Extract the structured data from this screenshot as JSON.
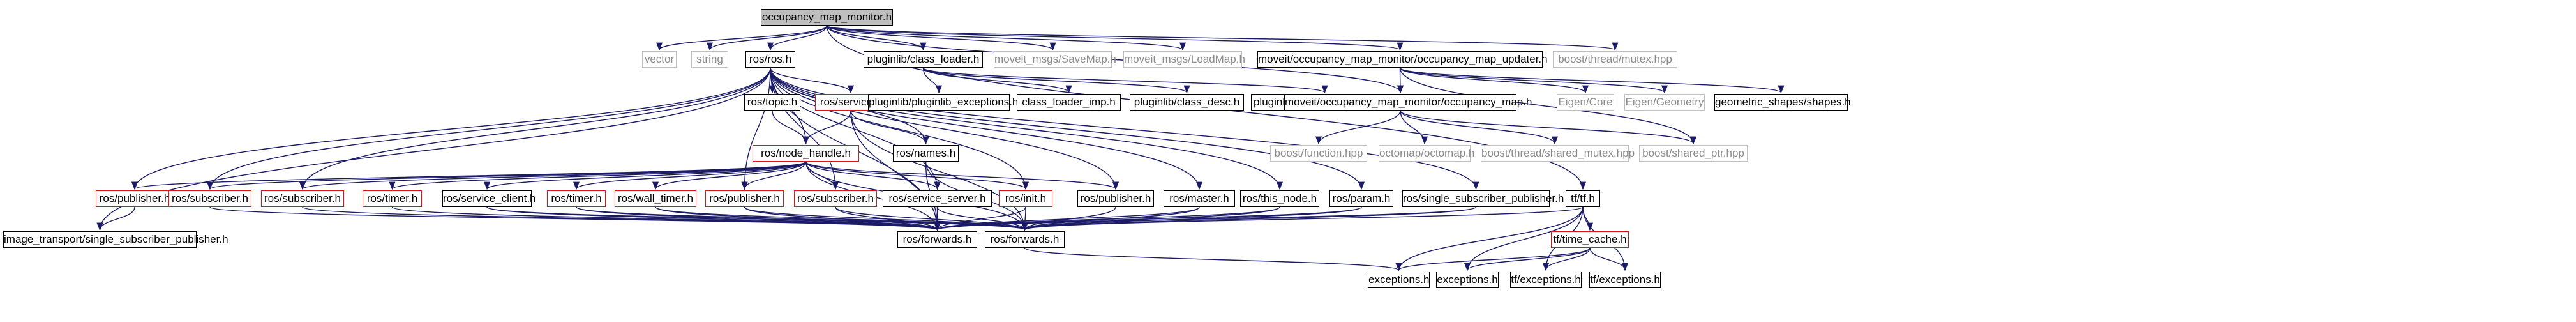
{
  "graph": {
    "nodes": [
      {
        "id": "root",
        "label": "occupancy_map_monitor.h",
        "style": "root"
      },
      {
        "id": "vector",
        "label": "vector",
        "style": "gray"
      },
      {
        "id": "string",
        "label": "string",
        "style": "gray"
      },
      {
        "id": "rosros",
        "label": "ros/ros.h",
        "style": "black"
      },
      {
        "id": "classloader",
        "label": "pluginlib/class_loader.h",
        "style": "black"
      },
      {
        "id": "savemap",
        "label": "moveit_msgs/SaveMap.h",
        "style": "gray"
      },
      {
        "id": "loadmap",
        "label": "moveit_msgs/LoadMap.h",
        "style": "gray"
      },
      {
        "id": "updater",
        "label": "moveit/occupancy_map_monitor/occupancy_map_updater.h",
        "style": "black"
      },
      {
        "id": "bmutex",
        "label": "boost/thread/mutex.hpp",
        "style": "gray"
      },
      {
        "id": "topic",
        "label": "ros/topic.h",
        "style": "black"
      },
      {
        "id": "service",
        "label": "ros/service.h",
        "style": "red"
      },
      {
        "id": "names",
        "label": "ros/names.h",
        "style": "black"
      },
      {
        "id": "nodehandle",
        "label": "ros/node_handle.h",
        "style": "red"
      },
      {
        "id": "plexc",
        "label": "pluginlib/pluginlib_exceptions.h",
        "style": "black"
      },
      {
        "id": "climp",
        "label": "class_loader_imp.h",
        "style": "black"
      },
      {
        "id": "cldesc",
        "label": "pluginlib/class_desc.h",
        "style": "black"
      },
      {
        "id": "clbase",
        "label": "pluginlib/class_loader_base.h",
        "style": "black"
      },
      {
        "id": "occmap",
        "label": "moveit/occupancy_map_monitor/occupancy_map.h",
        "style": "black"
      },
      {
        "id": "eigencore",
        "label": "Eigen/Core",
        "style": "gray"
      },
      {
        "id": "eigengeo",
        "label": "Eigen/Geometry",
        "style": "gray"
      },
      {
        "id": "geoshapes",
        "label": "geometric_shapes/shapes.h",
        "style": "black"
      },
      {
        "id": "bfunc",
        "label": "boost/function.hpp",
        "style": "gray"
      },
      {
        "id": "octomap",
        "label": "octomap/octomap.h",
        "style": "gray"
      },
      {
        "id": "bsharedmutex",
        "label": "boost/thread/shared_mutex.hpp",
        "style": "gray"
      },
      {
        "id": "bsharedptr",
        "label": "boost/shared_ptr.hpp",
        "style": "gray"
      },
      {
        "id": "pub1",
        "label": "ros/publisher.h",
        "style": "red"
      },
      {
        "id": "sub1",
        "label": "ros/subscriber.h",
        "style": "red"
      },
      {
        "id": "sub2",
        "label": "ros/subscriber.h",
        "style": "red"
      },
      {
        "id": "timer1",
        "label": "ros/timer.h",
        "style": "red"
      },
      {
        "id": "srvclient",
        "label": "ros/service_client.h",
        "style": "black"
      },
      {
        "id": "timer2",
        "label": "ros/timer.h",
        "style": "red"
      },
      {
        "id": "walltimer",
        "label": "ros/wall_timer.h",
        "style": "red"
      },
      {
        "id": "pub2",
        "label": "ros/publisher.h",
        "style": "red"
      },
      {
        "id": "sub3",
        "label": "ros/subscriber.h",
        "style": "red"
      },
      {
        "id": "srvserver",
        "label": "ros/service_server.h",
        "style": "black"
      },
      {
        "id": "init",
        "label": "ros/init.h",
        "style": "red"
      },
      {
        "id": "pub3",
        "label": "ros/publisher.h",
        "style": "black"
      },
      {
        "id": "master",
        "label": "ros/master.h",
        "style": "black"
      },
      {
        "id": "thisnode",
        "label": "ros/this_node.h",
        "style": "black"
      },
      {
        "id": "param",
        "label": "ros/param.h",
        "style": "black"
      },
      {
        "id": "singlesub",
        "label": "ros/single_subscriber_publisher.h",
        "style": "black"
      },
      {
        "id": "tf",
        "label": "tf/tf.h",
        "style": "black"
      },
      {
        "id": "imgsub",
        "label": "image_transport/single_subscriber_publisher.h",
        "style": "black"
      },
      {
        "id": "fwd1",
        "label": "ros/forwards.h",
        "style": "black"
      },
      {
        "id": "fwd2",
        "label": "ros/forwards.h",
        "style": "black"
      },
      {
        "id": "timecache",
        "label": "tf/time_cache.h",
        "style": "red"
      },
      {
        "id": "exc1",
        "label": "exceptions.h",
        "style": "black"
      },
      {
        "id": "exc2",
        "label": "exceptions.h",
        "style": "black"
      },
      {
        "id": "tfexc1",
        "label": "tf/exceptions.h",
        "style": "black"
      },
      {
        "id": "tfexc2",
        "label": "tf/exceptions.h",
        "style": "black"
      }
    ],
    "edges": [
      [
        "root",
        "vector"
      ],
      [
        "root",
        "string"
      ],
      [
        "root",
        "rosros"
      ],
      [
        "root",
        "classloader"
      ],
      [
        "root",
        "savemap"
      ],
      [
        "root",
        "loadmap"
      ],
      [
        "root",
        "updater"
      ],
      [
        "root",
        "bmutex"
      ],
      [
        "root",
        "occmap"
      ],
      [
        "root",
        "tf"
      ],
      [
        "rosros",
        "topic"
      ],
      [
        "rosros",
        "service"
      ],
      [
        "rosros",
        "names"
      ],
      [
        "rosros",
        "nodehandle"
      ],
      [
        "rosros",
        "pub1"
      ],
      [
        "rosros",
        "sub1"
      ],
      [
        "rosros",
        "sub2"
      ],
      [
        "rosros",
        "pub2"
      ],
      [
        "rosros",
        "sub3"
      ],
      [
        "rosros",
        "srvserver"
      ],
      [
        "rosros",
        "init"
      ],
      [
        "rosros",
        "pub3"
      ],
      [
        "rosros",
        "master"
      ],
      [
        "rosros",
        "thisnode"
      ],
      [
        "rosros",
        "param"
      ],
      [
        "rosros",
        "singlesub"
      ],
      [
        "rosros",
        "imgsub"
      ],
      [
        "rosros",
        "fwd1"
      ],
      [
        "topic",
        "nodehandle"
      ],
      [
        "service",
        "nodehandle"
      ],
      [
        "service",
        "names"
      ],
      [
        "service",
        "fwd1"
      ],
      [
        "service",
        "fwd2"
      ],
      [
        "names",
        "fwd2"
      ],
      [
        "names",
        "fwd1"
      ],
      [
        "nodehandle",
        "pub1"
      ],
      [
        "nodehandle",
        "sub1"
      ],
      [
        "nodehandle",
        "sub2"
      ],
      [
        "nodehandle",
        "timer1"
      ],
      [
        "nodehandle",
        "srvclient"
      ],
      [
        "nodehandle",
        "timer2"
      ],
      [
        "nodehandle",
        "walltimer"
      ],
      [
        "nodehandle",
        "pub2"
      ],
      [
        "nodehandle",
        "sub3"
      ],
      [
        "nodehandle",
        "srvserver"
      ],
      [
        "nodehandle",
        "init"
      ],
      [
        "nodehandle",
        "pub3"
      ],
      [
        "nodehandle",
        "fwd1"
      ],
      [
        "nodehandle",
        "fwd2"
      ],
      [
        "pub1",
        "imgsub"
      ],
      [
        "sub1",
        "fwd1"
      ],
      [
        "sub2",
        "fwd1"
      ],
      [
        "timer1",
        "fwd1"
      ],
      [
        "srvclient",
        "fwd1"
      ],
      [
        "srvclient",
        "fwd2"
      ],
      [
        "timer2",
        "fwd1"
      ],
      [
        "timer2",
        "fwd2"
      ],
      [
        "walltimer",
        "fwd1"
      ],
      [
        "walltimer",
        "fwd2"
      ],
      [
        "pub2",
        "fwd1"
      ],
      [
        "pub2",
        "fwd2"
      ],
      [
        "sub3",
        "fwd1"
      ],
      [
        "sub3",
        "fwd2"
      ],
      [
        "srvserver",
        "fwd1"
      ],
      [
        "srvserver",
        "fwd2"
      ],
      [
        "init",
        "fwd1"
      ],
      [
        "init",
        "fwd2"
      ],
      [
        "pub3",
        "fwd2"
      ],
      [
        "master",
        "fwd1"
      ],
      [
        "master",
        "fwd2"
      ],
      [
        "thisnode",
        "fwd1"
      ],
      [
        "thisnode",
        "fwd2"
      ],
      [
        "param",
        "fwd1"
      ],
      [
        "param",
        "fwd2"
      ],
      [
        "singlesub",
        "fwd1"
      ],
      [
        "singlesub",
        "fwd2"
      ],
      [
        "fwd2",
        "exc1"
      ],
      [
        "classloader",
        "plexc"
      ],
      [
        "classloader",
        "climp"
      ],
      [
        "classloader",
        "cldesc"
      ],
      [
        "classloader",
        "clbase"
      ],
      [
        "updater",
        "occmap"
      ],
      [
        "updater",
        "eigencore"
      ],
      [
        "updater",
        "eigengeo"
      ],
      [
        "updater",
        "geoshapes"
      ],
      [
        "updater",
        "bsharedptr"
      ],
      [
        "occmap",
        "bfunc"
      ],
      [
        "occmap",
        "octomap"
      ],
      [
        "occmap",
        "bsharedmutex"
      ],
      [
        "occmap",
        "bsharedptr"
      ],
      [
        "tf",
        "fwd2"
      ],
      [
        "tf",
        "timecache"
      ],
      [
        "tf",
        "exc1"
      ],
      [
        "tf",
        "exc2"
      ],
      [
        "tf",
        "tfexc1"
      ],
      [
        "tf",
        "tfexc2"
      ],
      [
        "timecache",
        "exc1"
      ],
      [
        "timecache",
        "exc2"
      ],
      [
        "timecache",
        "tfexc1"
      ],
      [
        "timecache",
        "tfexc2"
      ]
    ]
  }
}
